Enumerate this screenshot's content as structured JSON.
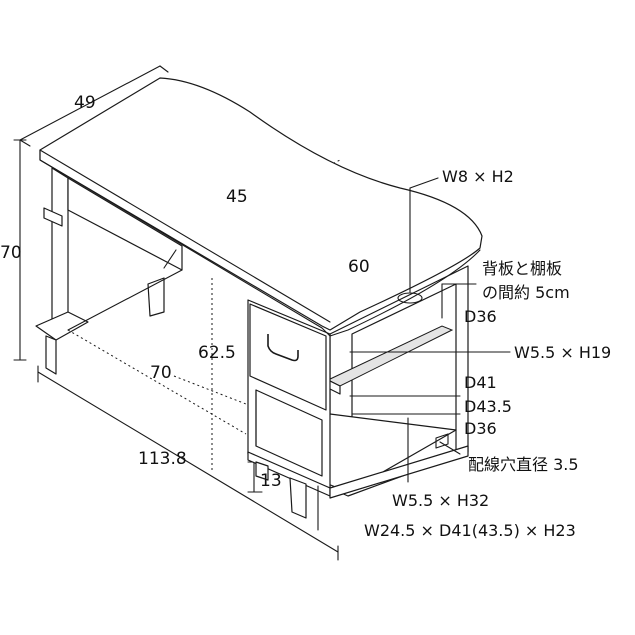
{
  "dimensions": {
    "depth": "49",
    "height": "70",
    "top_width": "45",
    "top_length": "60",
    "knee_width": "70",
    "knee_height": "62.5",
    "total_width": "113.8",
    "foot_height": "13"
  },
  "callouts": {
    "cable_hole": "W8 × H2",
    "back_gap_line1": "背板と棚板",
    "back_gap_line2": "の間約 5cm",
    "d36_top": "D36",
    "shelf_upper": "W5.5 × H19",
    "d41": "D41",
    "d435": "D43.5",
    "d36_bottom": "D36",
    "wiring_hole": "配線穴直径 3.5",
    "shelf_lower": "W5.5 × H32",
    "cabinet": "W24.5 × D41(43.5) × H23"
  }
}
